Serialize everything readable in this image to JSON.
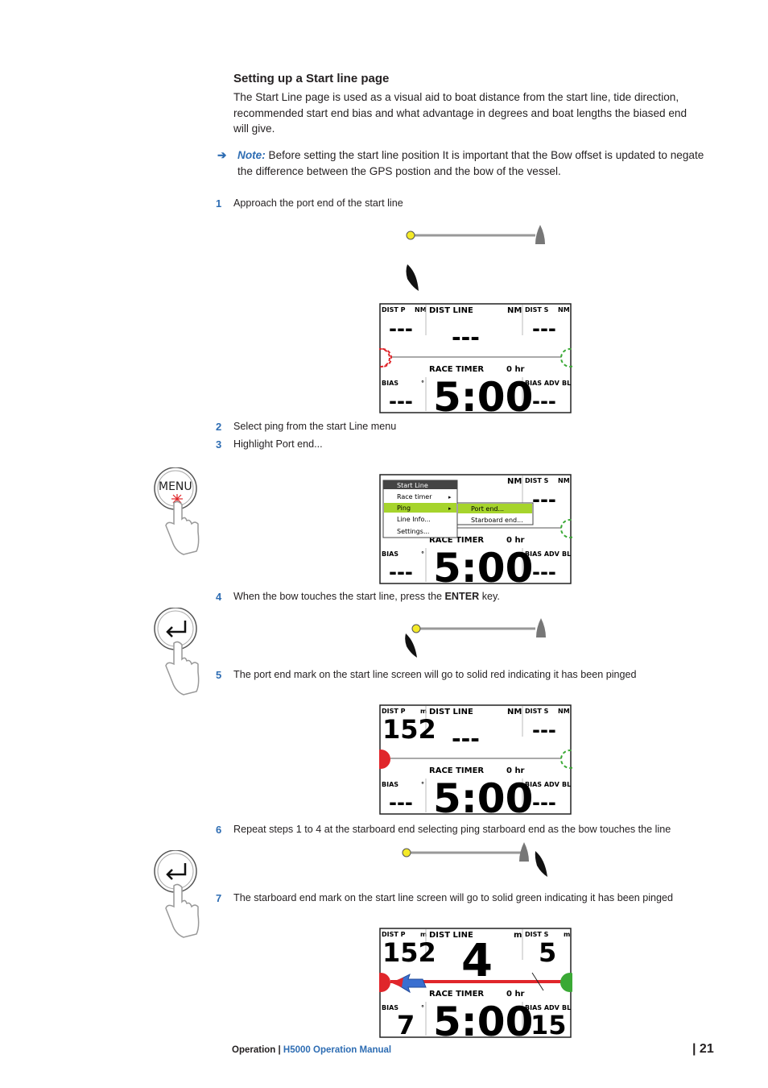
{
  "section": {
    "title": "Setting up a Start line page",
    "intro": "The Start Line page is used as a visual aid to boat distance from the start line, tide direction, recommended start end bias and what advantage in degrees and boat lengths the biased end will give.",
    "note_label": "Note:",
    "note_text": " Before setting the start line position It is important that the Bow offset is updated to negate the difference between the GPS postion and the bow of the vessel."
  },
  "steps": [
    {
      "num": "1",
      "text": "Approach the port end of the start line"
    },
    {
      "num": "2",
      "text": "Select ping from the start Line menu"
    },
    {
      "num": "3",
      "text": "Highlight Port end..."
    },
    {
      "num": "4",
      "text_before": "When the bow touches the start line, press the ",
      "key": "ENTER",
      "text_after": " key."
    },
    {
      "num": "5",
      "text": "The port end mark on the start line screen will go to solid red indicating it has been pinged"
    },
    {
      "num": "6",
      "text": "Repeat steps 1 to 4 at the starboard end selecting ping starboard end as the bow touches the line"
    },
    {
      "num": "7",
      "text": "The starboard end mark on the start line screen will go to solid green indicating it has been pinged"
    }
  ],
  "labels": {
    "dist_p": "DIST P",
    "dist_line": "DIST LINE",
    "dist_s": "DIST S",
    "race_timer": "RACE TIMER",
    "bias": "BIAS",
    "bias_adv": "BIAS ADV",
    "nm": "NM",
    "m": "m",
    "hr": "0 hr",
    "bl": "BL",
    "deg": "°",
    "timer": "5:00",
    "dash": "---"
  },
  "screens": {
    "s5": {
      "dist_p": "152",
      "dist_p_unit": "m"
    },
    "s7": {
      "dist_p": "152",
      "dist_line": "4",
      "dist_s": "5",
      "bias": "7",
      "bias_adv": "15",
      "dist_p_unit": "m",
      "dist_line_unit": "m",
      "dist_s_unit": "m"
    }
  },
  "menu": {
    "key_label": "MENU",
    "title": "Start Line",
    "items": [
      "Race timer",
      "Ping",
      "Line Info...",
      "Settings..."
    ],
    "submenu": [
      "Port end...",
      "Starboard end..."
    ]
  },
  "colors": {
    "accent": "#2e6db3",
    "port": "#e0262b",
    "starboard": "#3aa935",
    "highlight": "#a6d42c",
    "yellow": "#f4ea28"
  },
  "footer": {
    "section": "Operation",
    "sep": " | ",
    "manual": "H5000 Operation Manual",
    "page": "| 21"
  }
}
